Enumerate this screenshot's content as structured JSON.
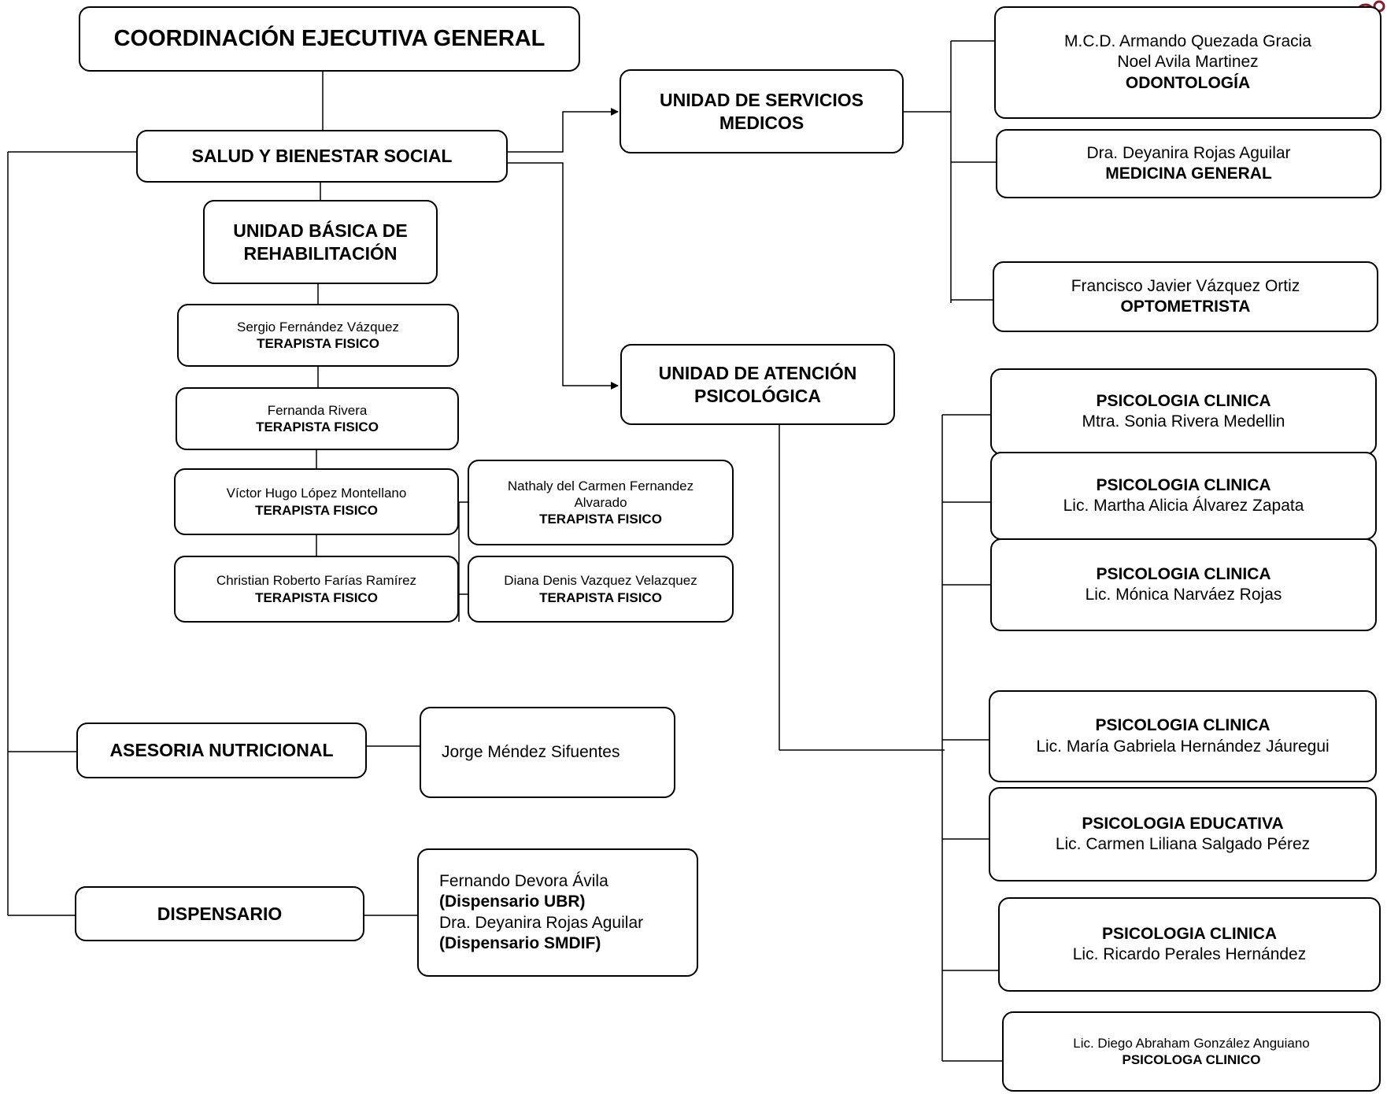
{
  "colors": {
    "line": "#000000",
    "box_border": "#000000",
    "background": "#ffffff"
  },
  "top": {
    "title": "COORDINACIÓN EJECUTIVA GENERAL"
  },
  "salud": {
    "title": "SALUD Y BIENESTAR SOCIAL"
  },
  "servicios_medicos": {
    "title_l1": "UNIDAD DE SERVICIOS",
    "title_l2": "MEDICOS",
    "odontologia": {
      "l1": "M.C.D. Armando Quezada Gracia",
      "l2": "Noel Avila Martinez",
      "role": "ODONTOLOGÍA"
    },
    "medicina": {
      "name": "Dra. Deyanira Rojas Aguilar",
      "role": "MEDICINA GENERAL"
    },
    "optometrista": {
      "name": "Francisco Javier Vázquez Ortiz",
      "role": "OPTOMETRISTA"
    }
  },
  "atencion_psicologica": {
    "title_l1": "UNIDAD DE ATENCIÓN",
    "title_l2": "PSICOLÓGICA",
    "staff": [
      {
        "role": "PSICOLOGIA CLINICA",
        "name": "Mtra. Sonia Rivera Medellin"
      },
      {
        "role": "PSICOLOGIA CLINICA",
        "name": "Lic. Martha Alicia Álvarez Zapata"
      },
      {
        "role": "PSICOLOGIA CLINICA",
        "name": "Lic. Mónica Narváez Rojas"
      },
      {
        "role": "PSICOLOGIA CLINICA",
        "name": "Lic. María Gabriela Hernández Jáuregui"
      },
      {
        "role": "PSICOLOGIA EDUCATIVA",
        "name": "Lic. Carmen Liliana Salgado Pérez"
      },
      {
        "role": "PSICOLOGIA CLINICA",
        "name": "Lic. Ricardo Perales Hernández"
      },
      {
        "name": "Lic. Diego Abraham González Anguiano",
        "role": "PSICOLOGA CLINICO"
      }
    ]
  },
  "ubr": {
    "title_l1": "UNIDAD BÁSICA DE",
    "title_l2": "REHABILITACIÓN",
    "staff": [
      {
        "name": "Sergio Fernández Vázquez",
        "role": "TERAPISTA FISICO"
      },
      {
        "name": "Fernanda Rivera",
        "role": "TERAPISTA FISICO"
      },
      {
        "name": "Víctor Hugo López Montellano",
        "role": "TERAPISTA FISICO"
      },
      {
        "name_l1": "Nathaly del Carmen Fernandez",
        "name_l2": "Alvarado",
        "role": "TERAPISTA FISICO"
      },
      {
        "name": "Christian Roberto Farías Ramírez",
        "role": "TERAPISTA FISICO"
      },
      {
        "name": "Diana Denis Vazquez Velazquez",
        "role": "TERAPISTA FISICO"
      }
    ]
  },
  "nutricion": {
    "title": "ASESORIA NUTRICIONAL",
    "staff_name": "Jorge Méndez Sifuentes"
  },
  "dispensario": {
    "title": "DISPENSARIO",
    "l1": "Fernando Devora Ávila",
    "l2": "(Dispensario UBR)",
    "l3": "Dra. Deyanira Rojas Aguilar",
    "l4": "(Dispensario SMDIF)"
  }
}
